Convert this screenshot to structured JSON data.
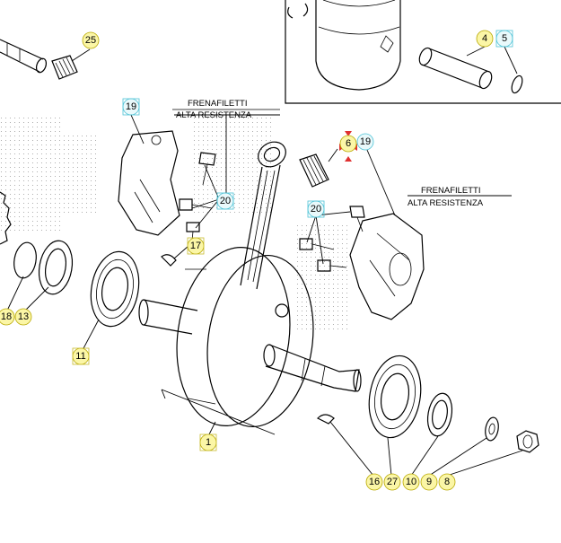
{
  "notes": {
    "left": {
      "line1": "FRENAFILETTI",
      "line2": "ALTA RESISTENZA"
    },
    "right": {
      "line1": "FRENAFILETTI",
      "line2": "ALTA RESISTENZA"
    }
  },
  "callouts": {
    "c1": "1",
    "c4": "4",
    "c5": "5",
    "c6": "6",
    "c8": "8",
    "c9": "9",
    "c10": "10",
    "c11": "11",
    "c13": "13",
    "c16": "16",
    "c17": "17",
    "c18": "18",
    "c19a": "19",
    "c19b": "19",
    "c20a": "20",
    "c20b": "20",
    "c25": "25",
    "c27": "27"
  },
  "colors": {
    "callout_fill": "#fbf6a6",
    "callout_cyan": "#4cc2d6",
    "marker_red": "#e03030"
  }
}
